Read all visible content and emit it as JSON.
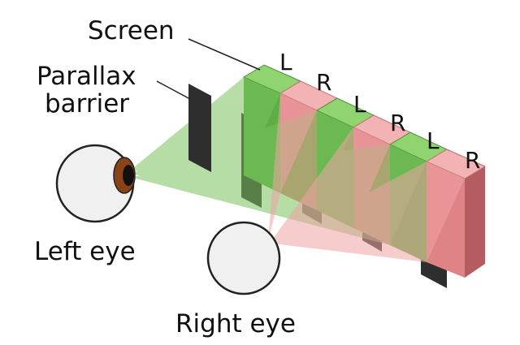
{
  "labels": {
    "screen": "Screen",
    "parallax_line1": "Parallax",
    "parallax_line2": "barrier",
    "left_eye": "Left eye",
    "right_eye": "Right eye"
  },
  "segments": [
    "L",
    "R",
    "L",
    "R",
    "L",
    "R"
  ],
  "colors": {
    "left_pixel": "#63b94c",
    "left_pixel_top": "#8fd46e",
    "right_pixel": "#e7888a",
    "right_pixel_top": "#f3b2b3",
    "barrier": "#2e2e2e",
    "left_ray": "#7cc25c",
    "right_ray": "#f0a3a5",
    "iris": "#8a4316"
  }
}
